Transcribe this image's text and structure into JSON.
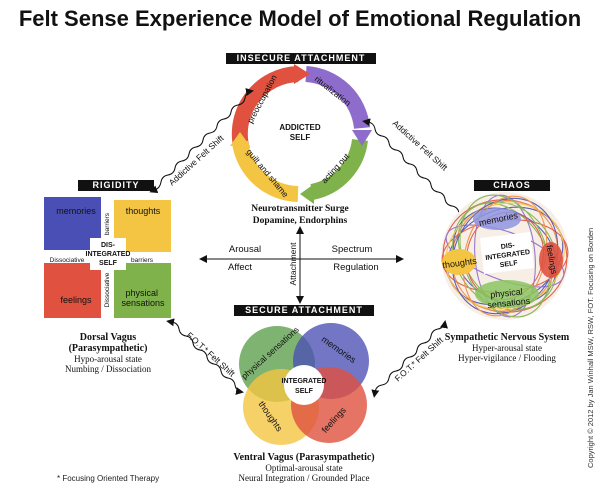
{
  "title": "Felt Sense Experience Model of Emotional Regulation",
  "bars": {
    "insecure": "INSECURE ATTACHMENT",
    "secure": "SECURE ATTACHMENT",
    "rigidity": "RIGIDITY",
    "chaos": "CHAOS"
  },
  "cycle": {
    "center": [
      "ADDICTED",
      "SELF"
    ],
    "stages": [
      "preoccupation",
      "ritualization",
      "acting out",
      "guilt and shame"
    ],
    "caption_lines": [
      "Neurotransmitter Surge",
      "Dopamine, Endorphins"
    ]
  },
  "center_axes": {
    "left": [
      "Arousal",
      "Affect"
    ],
    "right": [
      "Spectrum",
      "Regulation"
    ],
    "vertical": "Attachment"
  },
  "shift_labels": {
    "addictive_left": "Addictive Felt Shift",
    "addictive_right": "Addictive Felt Shift",
    "fot_left": "F.O.T.* Felt Shift",
    "fot_right": "F.O.T.* Felt Shift"
  },
  "rigidity": {
    "quadrants": [
      "memories",
      "thoughts",
      "feelings",
      "physical sensations"
    ],
    "center": [
      "DIS-",
      "INTEGRATED",
      "SELF"
    ],
    "barrier_labels": [
      "barriers",
      "barriers",
      "Dissociative",
      "Dissociative"
    ],
    "caption_title": [
      "Dorsal Vagus",
      "(Parasympathetic)"
    ],
    "caption_lines": [
      "Hypo-arousal state",
      "Numbing / Dissociation"
    ]
  },
  "chaos": {
    "labels": [
      "memories",
      "thoughts",
      "feelings",
      "physical sensations"
    ],
    "center": [
      "DIS-",
      "INTEGRATED",
      "SELF"
    ],
    "caption_title": "Sympathetic Nervous System",
    "caption_lines": [
      "Hyper-arousal state",
      "Hyper-vigilance / Flooding"
    ]
  },
  "secure": {
    "labels": [
      "physical sensations",
      "memories",
      "thoughts",
      "feelings"
    ],
    "center": [
      "INTEGRATED",
      "SELF"
    ],
    "caption_title": "Ventral Vagus (Parasympathetic)",
    "caption_lines": [
      "Optimal-arousal state",
      "Neural Integration / Grounded Place"
    ]
  },
  "colors": {
    "blue": "#4a4fb5",
    "yellow": "#f4c542",
    "red": "#e0513f",
    "green": "#7fb24a",
    "purple": "#8e6ccc",
    "orange": "#f08a3c"
  },
  "footnote": "* Focusing Oriented Therapy",
  "copyright": "Copyright © 2012 by Jan Winhall MSW, RSW, FOT. Focusing on Borden"
}
